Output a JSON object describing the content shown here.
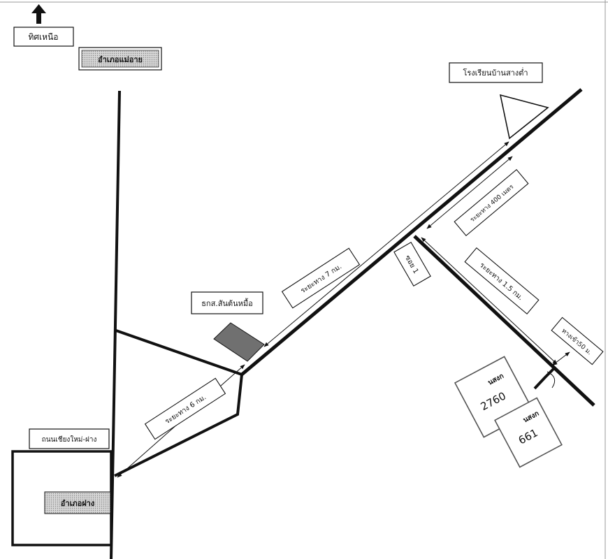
{
  "north": {
    "label": "ทิศเหนือ",
    "icon": "north-arrow-icon"
  },
  "places": {
    "amphoe_mae_ai": "อำเภอแม่อาย",
    "amphoe_fang": "อำเภอฝาง",
    "school": "โรงเรียนบ้านสางต่ำ",
    "baac": "ธกส.สันต้นหมื้อ",
    "road": "ถนนเชียงใหม่-ฝาง",
    "soi": "ซอย 1"
  },
  "distances": {
    "d1": "ระยะทาง 6 กม.",
    "d2": "ระยะทาง 7 กม.",
    "d3": "ระยะทาง 400 เมตร",
    "d4": "ระยะทาง 1.5 กม.",
    "d5": "ทางเข้า50 ม."
  },
  "parcels": [
    {
      "label": "นสงก",
      "number": "2760"
    },
    {
      "label": "นสงก",
      "number": "661"
    }
  ],
  "colors": {
    "line": "#111111",
    "baac_fill": "#707070",
    "hatch": "#bdbdbd"
  }
}
